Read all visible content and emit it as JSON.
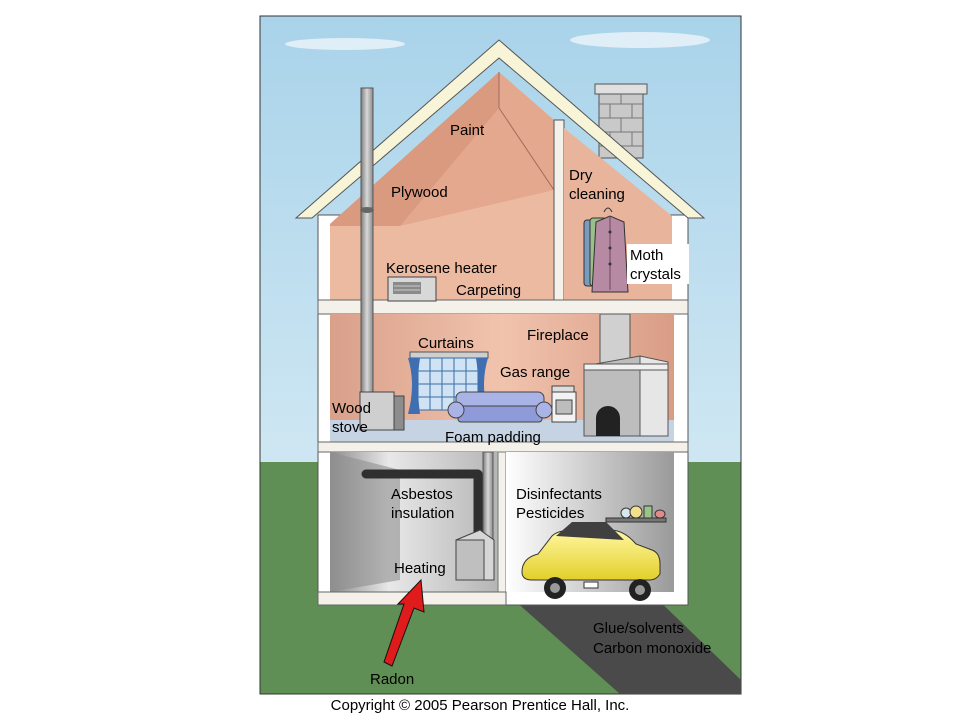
{
  "labels": {
    "paint": "Paint",
    "plywood": "Plywood",
    "dry_cleaning_1": "Dry",
    "dry_cleaning_2": "cleaning",
    "moth_1": "Moth",
    "moth_2": "crystals",
    "kerosene_heater": "Kerosene heater",
    "carpeting": "Carpeting",
    "curtains": "Curtains",
    "fireplace": "Fireplace",
    "gas_range": "Gas range",
    "wood_1": "Wood",
    "wood_2": "stove",
    "foam_padding": "Foam padding",
    "asbestos_1": "Asbestos",
    "asbestos_2": "insulation",
    "disinfectants": "Disinfectants",
    "pesticides": "Pesticides",
    "heating": "Heating",
    "glue": "Glue/solvents",
    "carbon_monoxide": "Carbon monoxide",
    "radon": "Radon"
  },
  "copyright": "Copyright © 2005 Pearson Prentice Hall, Inc.",
  "colors": {
    "sky": "#b9dcef",
    "grass": "#5f8f55",
    "wall_pink": "#e9b49c",
    "roof_pink": "#e4a88e",
    "house_frame": "#ffffff",
    "driveway": "#4a4a4a",
    "car": "#f2e24a",
    "arrow": "#e01b1b"
  }
}
